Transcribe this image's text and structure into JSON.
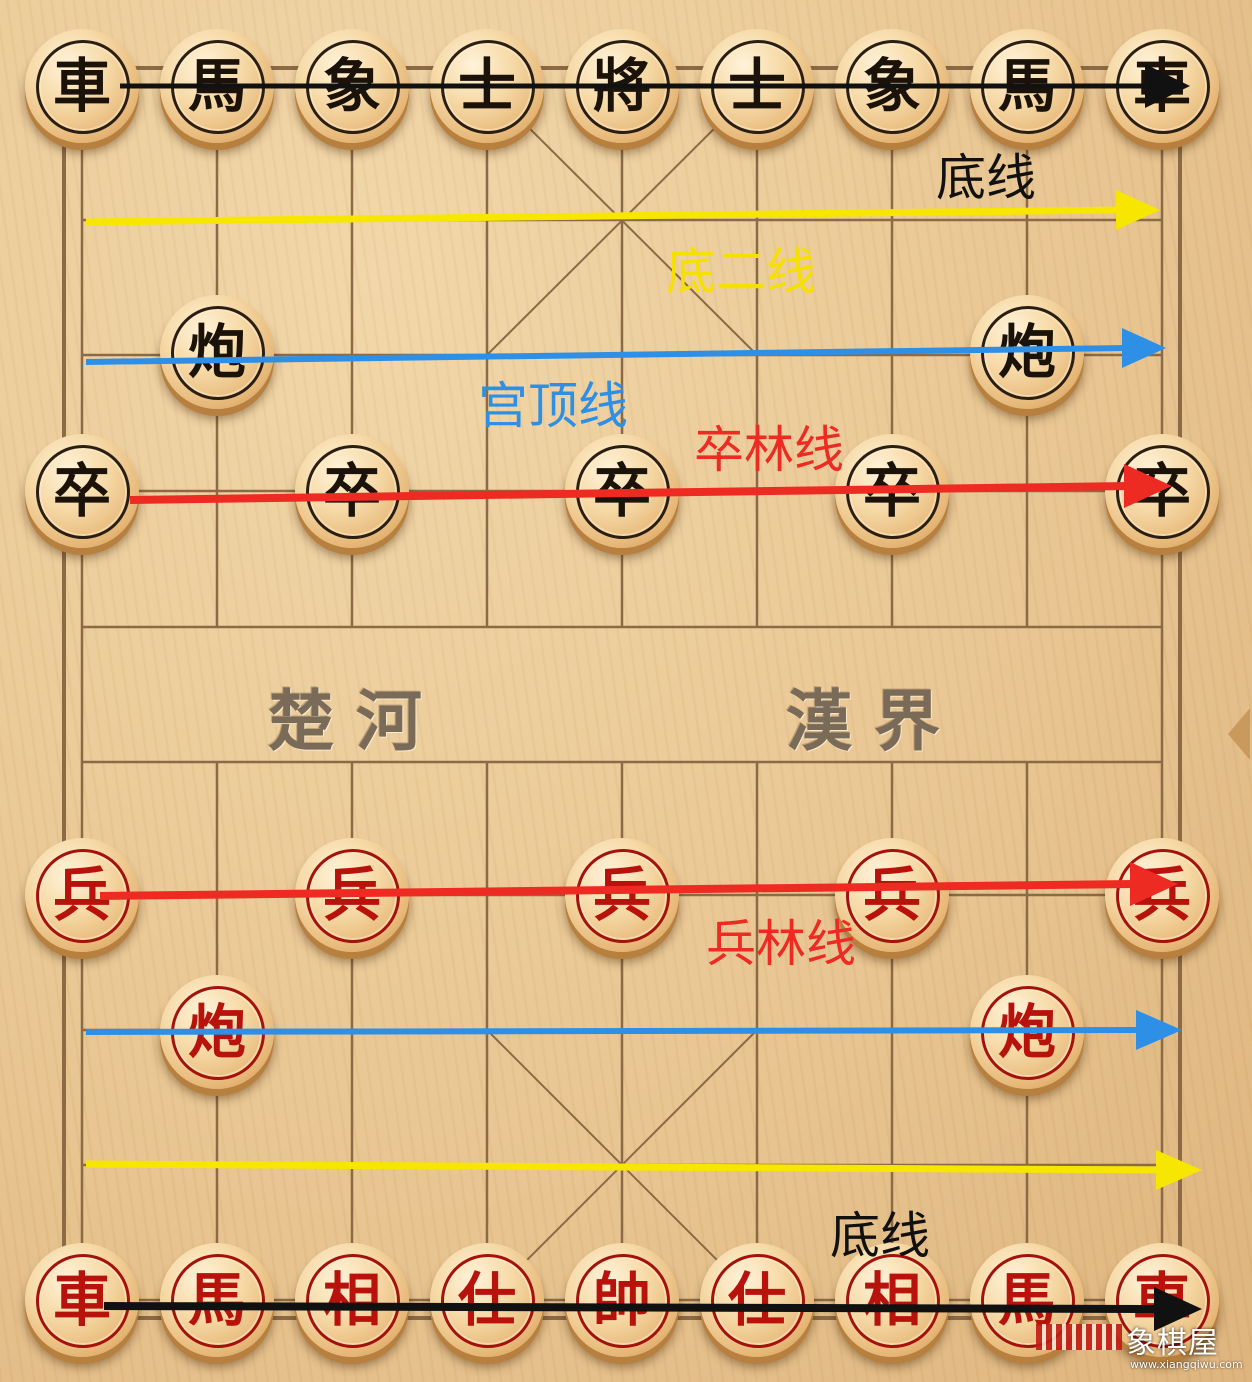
{
  "board": {
    "river_left": "楚河",
    "river_right": "漢界"
  },
  "pieces": {
    "black_back": [
      "車",
      "馬",
      "象",
      "士",
      "將",
      "士",
      "象",
      "馬",
      "車"
    ],
    "black_cannons": [
      "炮",
      "炮"
    ],
    "black_soldiers": [
      "卒",
      "卒",
      "卒",
      "卒",
      "卒"
    ],
    "red_soldiers": [
      "兵",
      "兵",
      "兵",
      "兵",
      "兵"
    ],
    "red_cannons": [
      "炮",
      "炮"
    ],
    "red_back": [
      "車",
      "馬",
      "相",
      "仕",
      "帥",
      "仕",
      "相",
      "馬",
      "車"
    ]
  },
  "annotations": {
    "top_base": {
      "text": "底线",
      "color": "#111111"
    },
    "top_second": {
      "text": "底二线",
      "color": "#f5e000"
    },
    "top_palace": {
      "text": "宫顶线",
      "color": "#2e8fe6"
    },
    "top_soldier": {
      "text": "卒林线",
      "color": "#ee2b22"
    },
    "bottom_soldier": {
      "text": "兵林线",
      "color": "#ee2b22"
    },
    "bottom_base": {
      "text": "底线",
      "color": "#111111"
    }
  },
  "arrow_colors": {
    "base": "#111111",
    "second": "#f7e600",
    "palace": "#2e8fe6",
    "soldier": "#ee2b22"
  },
  "watermark": {
    "title": "象棋屋",
    "url": "www.xiangqiwu.com"
  }
}
